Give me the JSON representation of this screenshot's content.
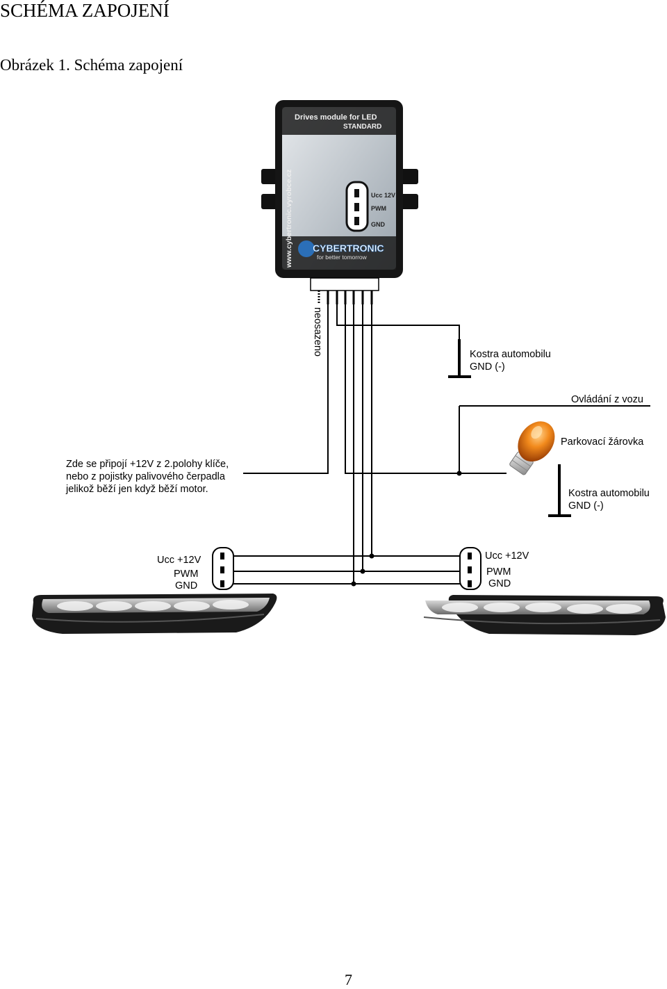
{
  "heading": "SCHÉMA ZAPOJENÍ",
  "caption": "Obrázek 1. Schéma zapojení",
  "page_number": "7",
  "module": {
    "title": "Drives module for LED",
    "subtitle": "STANDARD",
    "brand": "CYBERTRONIC",
    "tagline": "for better tomorrow",
    "website": "www.cybertronic.vyrobce.cz",
    "pin_labels": [
      "Ucc 12V",
      "PWM",
      "GND"
    ]
  },
  "labels": {
    "unconnected": "neosazeno",
    "ground_1": [
      "Kostra automobilu",
      "GND (-)"
    ],
    "control": "Ovládání z vozu",
    "parking_bulb": "Parkovací žárovka",
    "ground_2": [
      "Kostra automobilu",
      "GND (-)"
    ],
    "ignition_note": [
      "Zde se připojí +12V z 2.polohy klíče,",
      "nebo z pojistky palivového čerpadla",
      "jelikož běží jen když běží motor."
    ],
    "left_lamp": [
      "Ucc +12V",
      "PWM",
      "GND"
    ],
    "right_lamp": [
      "Ucc +12V",
      "PWM",
      "GND"
    ]
  }
}
